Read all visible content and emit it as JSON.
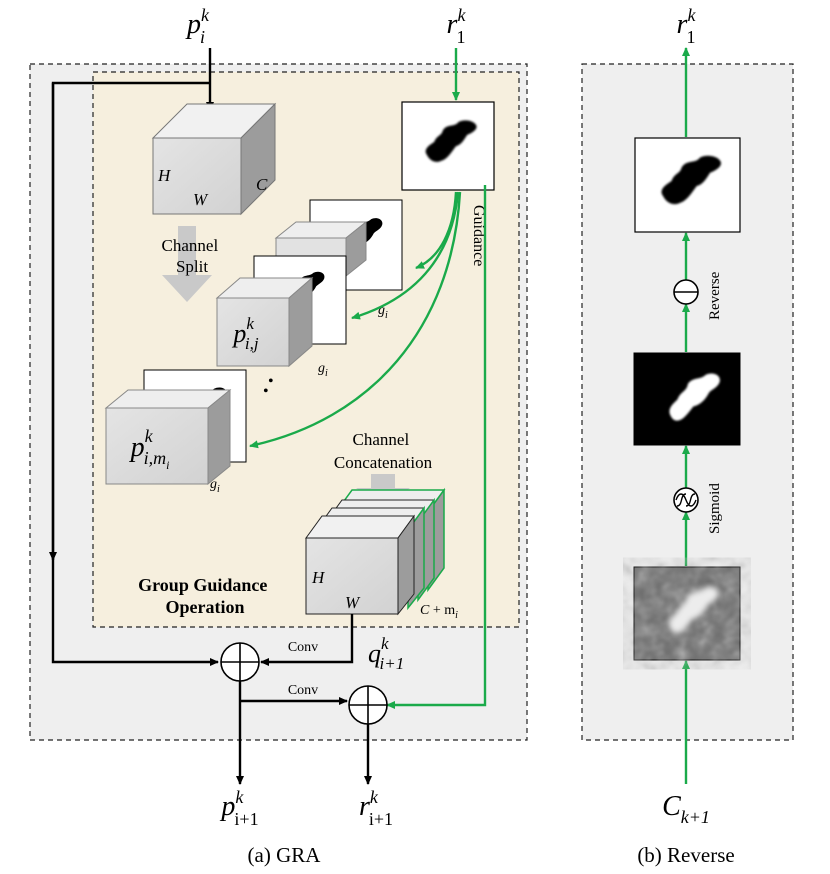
{
  "colors": {
    "green": "#1aaa4a",
    "black": "#000000",
    "panel_bg": "#efefef",
    "inner_bg": "#f6efde"
  },
  "icons": [
    "reverse-icon",
    "sigmoid-icon",
    "plus-circle-icon"
  ],
  "gra": {
    "input_p": {
      "base": "p",
      "sub": "i",
      "sup": "k"
    },
    "input_r": {
      "base": "r",
      "sub": "1",
      "sup": "k"
    },
    "cube_top": {
      "H": "H",
      "W": "W",
      "C": "C"
    },
    "channel_split": [
      "Channel",
      "Split"
    ],
    "guidance": "Guidance",
    "p_ij": {
      "base": "p",
      "sub": "i,j",
      "sup": "k"
    },
    "p_imi": {
      "base": "p",
      "sub": "i,m",
      "subsub": "i",
      "sup": "k"
    },
    "g_label": {
      "base": "g",
      "sub": "i"
    },
    "dot": "•",
    "channel_concat": [
      "Channel",
      "Concatenation"
    ],
    "group_title": [
      "Group Guidance",
      "Operation"
    ],
    "cube_bottom": {
      "H": "H",
      "W": "W"
    },
    "c_plus_m": {
      "main": "C",
      "mid": " + m",
      "sub": "i"
    },
    "q_label": {
      "base": "q",
      "sub": "i+1",
      "sup": "k"
    },
    "conv1": "Conv",
    "conv2": "Conv",
    "out_p": {
      "base": "p",
      "sub": "i+1",
      "sup": "k"
    },
    "out_r": {
      "base": "r",
      "sub": "i+1",
      "sup": "k"
    },
    "caption": "(a) GRA"
  },
  "reverse": {
    "top": {
      "base": "r",
      "sub": "1",
      "sup": "k"
    },
    "reverse_label": "Reverse",
    "sigmoid_label": "Sigmoid",
    "bottom": {
      "base": "C",
      "sub": "k+1"
    },
    "caption": "(b) Reverse"
  }
}
